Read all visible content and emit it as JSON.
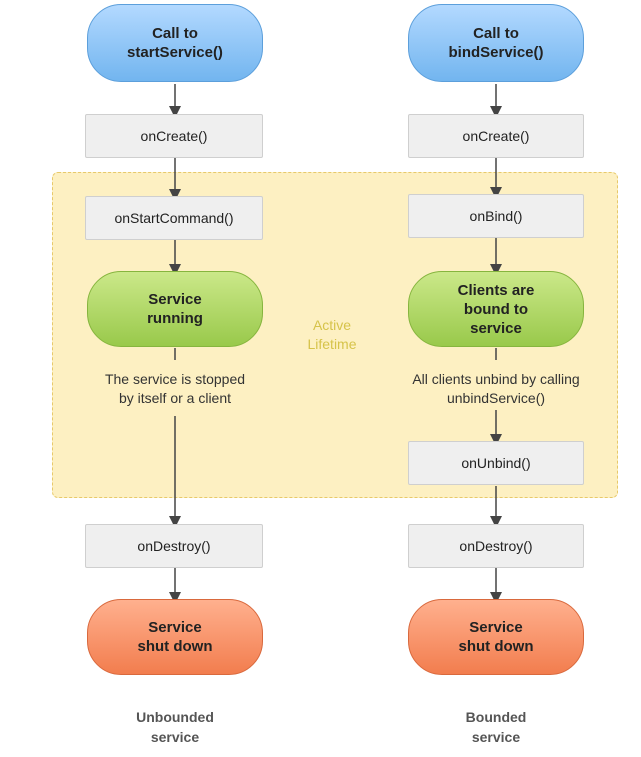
{
  "lifetime": {
    "label": "Active\nLifetime"
  },
  "left": {
    "start": "Call to\nstartService()",
    "on_create": "onCreate()",
    "on_start_command": "onStartCommand()",
    "running": "Service\nrunning",
    "stop_note": "The service is stopped\nby itself or a client",
    "on_destroy": "onDestroy()",
    "shut_down": "Service\nshut down",
    "caption": "Unbounded\nservice"
  },
  "right": {
    "start": "Call to\nbindService()",
    "on_create": "onCreate()",
    "on_bind": "onBind()",
    "bound": "Clients are\nbound to\nservice",
    "unbind_note": "All clients unbind by calling\nunbindService()",
    "on_unbind": "onUnbind()",
    "on_destroy": "onDestroy()",
    "shut_down": "Service\nshut down",
    "caption": "Bounded\nservice"
  },
  "colors": {
    "start": "#72b5ef",
    "active": "#99c94b",
    "end": "#f27d4e",
    "lifetime_bg": "#fdf0c2"
  }
}
